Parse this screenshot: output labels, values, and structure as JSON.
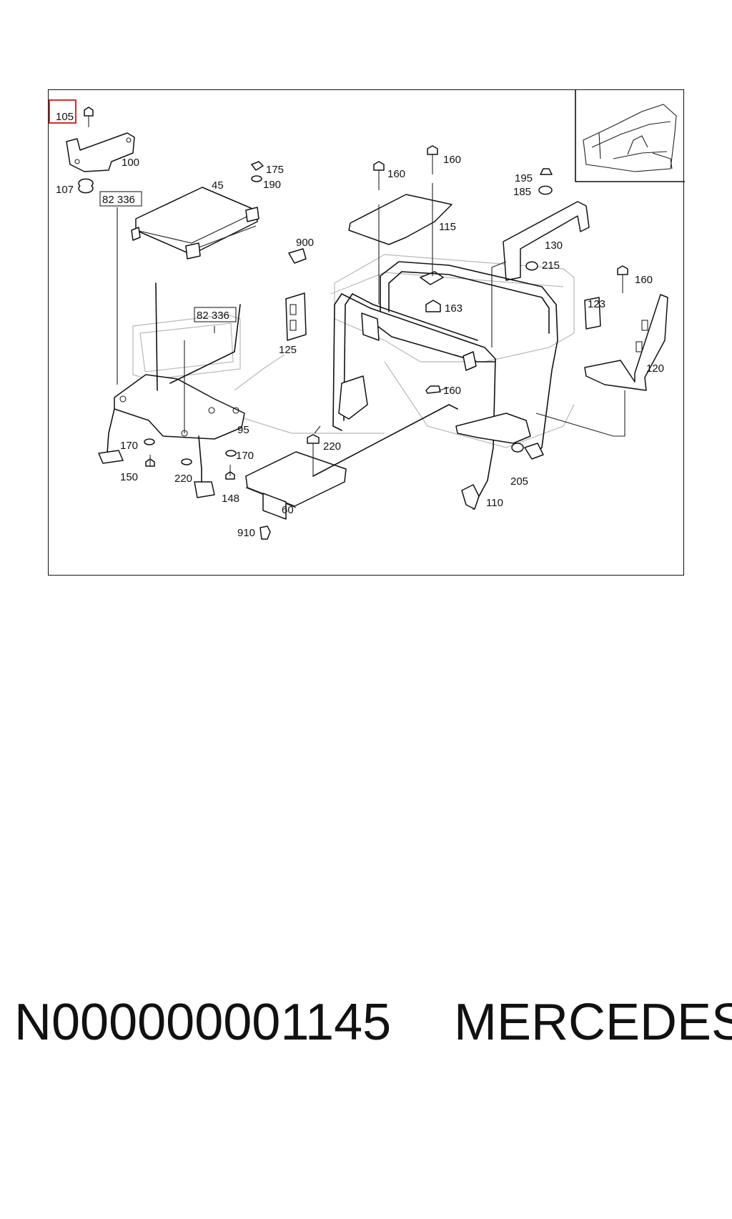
{
  "diagram": {
    "labels": {
      "p105": "105",
      "p100": "100",
      "p107": "107",
      "p45": "45",
      "p175": "175",
      "p190": "190",
      "p900": "900",
      "ref1": "82 336",
      "ref2": "82 336",
      "p125": "125",
      "p160a": "160",
      "p160b": "160",
      "p115": "115",
      "p163": "163",
      "p195": "195",
      "p185": "185",
      "p130": "130",
      "p215": "215",
      "p160c": "160",
      "p123": "123",
      "p120": "120",
      "p160d": "160",
      "p95": "95",
      "p170a": "170",
      "p150": "150",
      "p220a": "220",
      "p170b": "170",
      "p148": "148",
      "p220b": "220",
      "p60": "60",
      "p910": "910",
      "p205": "205",
      "p110": "110"
    },
    "highlight": "105"
  },
  "caption": {
    "part_code": "N000000001145",
    "brand": "MERCEDES"
  }
}
